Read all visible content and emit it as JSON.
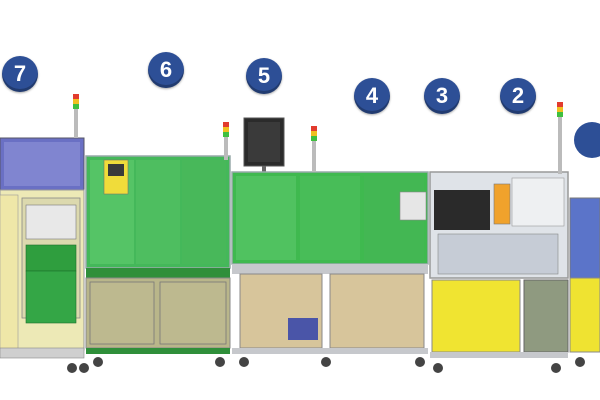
{
  "station_labels": [
    {
      "id": "7",
      "label": "7"
    },
    {
      "id": "6",
      "label": "6"
    },
    {
      "id": "5",
      "label": "5"
    },
    {
      "id": "4",
      "label": "4"
    },
    {
      "id": "3",
      "label": "3"
    },
    {
      "id": "2",
      "label": "2"
    }
  ],
  "colors": {
    "badge": "#2d4f96",
    "frame": "#c9ccd1",
    "green_panel": "#3dbb4f",
    "olive_cabinet": "#b8b488",
    "tan_cabinet": "#d6c49a",
    "yellow_cabinet": "#efe331",
    "blue_panel": "#5b74c9",
    "base_green": "#2f8f3a"
  }
}
